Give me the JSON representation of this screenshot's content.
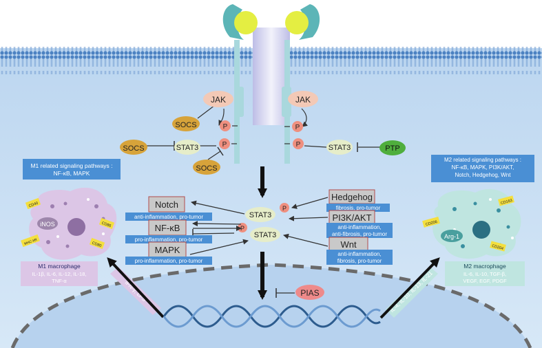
{
  "receptor": {
    "jak_left": "JAK",
    "jak_right": "JAK",
    "p": "P",
    "socs_upper": "SOCS",
    "socs_left": "SOCS",
    "socs_lower": "SOCS",
    "stat3_left": "STAT3",
    "stat3_right": "STAT3",
    "ptp": "PTP"
  },
  "m1": {
    "pathways_title": "M1 related signaling pathways :",
    "pathways_list": "NF-κB, MAPK",
    "markers": {
      "cd40": "CD40",
      "inos": "iNOS",
      "cd86": "CD86",
      "cd80": "CD80",
      "mhc": "MHC-IIR"
    },
    "macrophage_title": "M1 macrophage",
    "macrophage_line1": "IL-1β, IL-6, IL-12, IL-18,",
    "macrophage_line2": "TNF-α",
    "genes": "IFN-γ, LPS"
  },
  "m2": {
    "pathways_title": "M2 related signaling pathways :",
    "pathways_line1": "NF-κB, MAPK, PI3K/AKT,",
    "pathways_line2": "Notch, Hedgehog, Wnt",
    "markers": {
      "cd163": "CD163",
      "cd206": "CD206",
      "arg": "Arg-1",
      "cd204": "CD204"
    },
    "macrophage_title": "M2 macrophage",
    "macrophage_line1": "IL-6, IL-10, TGF-β,",
    "macrophage_line2": "VEGF, EGF, PDGF",
    "genes": "IL-4, IL-10, IL-13, IL-21"
  },
  "center": {
    "stat3_top": "STAT3",
    "stat3_bottom": "STAT3",
    "p": "P"
  },
  "left_pathways": [
    {
      "name": "Notch",
      "desc": "anti-inflammation, pro-tumor"
    },
    {
      "name": "NF-κB",
      "desc": "pro-inflammation, pro-tumor"
    },
    {
      "name": "MAPK",
      "desc": "pro-inflammation, pro-tumor"
    }
  ],
  "right_pathways": [
    {
      "name": "Hedgehog",
      "desc1": "fibrosis, pro-tumor",
      "desc2": ""
    },
    {
      "name": "PI3K/AKT",
      "desc1": "anti-inflammation,",
      "desc2": "anti-fibrosis, pro-tumor"
    },
    {
      "name": "Wnt",
      "desc1": "anti-inflammation,",
      "desc2": "fibrosis, pro-tumor"
    }
  ],
  "pias": "PIAS",
  "colors": {
    "cell": "#c5dcf2",
    "nucleus": "#b4d0ec",
    "membrane": "#5d8dc8",
    "jak": "#f3c9b6",
    "p": "#ef8f7f",
    "socs": "#d7a33a",
    "stat3": "#e6edc9",
    "ptp": "#4fae3d",
    "pias": "#ee8a8a",
    "m1": "#dcc6e6",
    "m2": "#bfe5e0",
    "info_box": "#4a8fd4"
  }
}
